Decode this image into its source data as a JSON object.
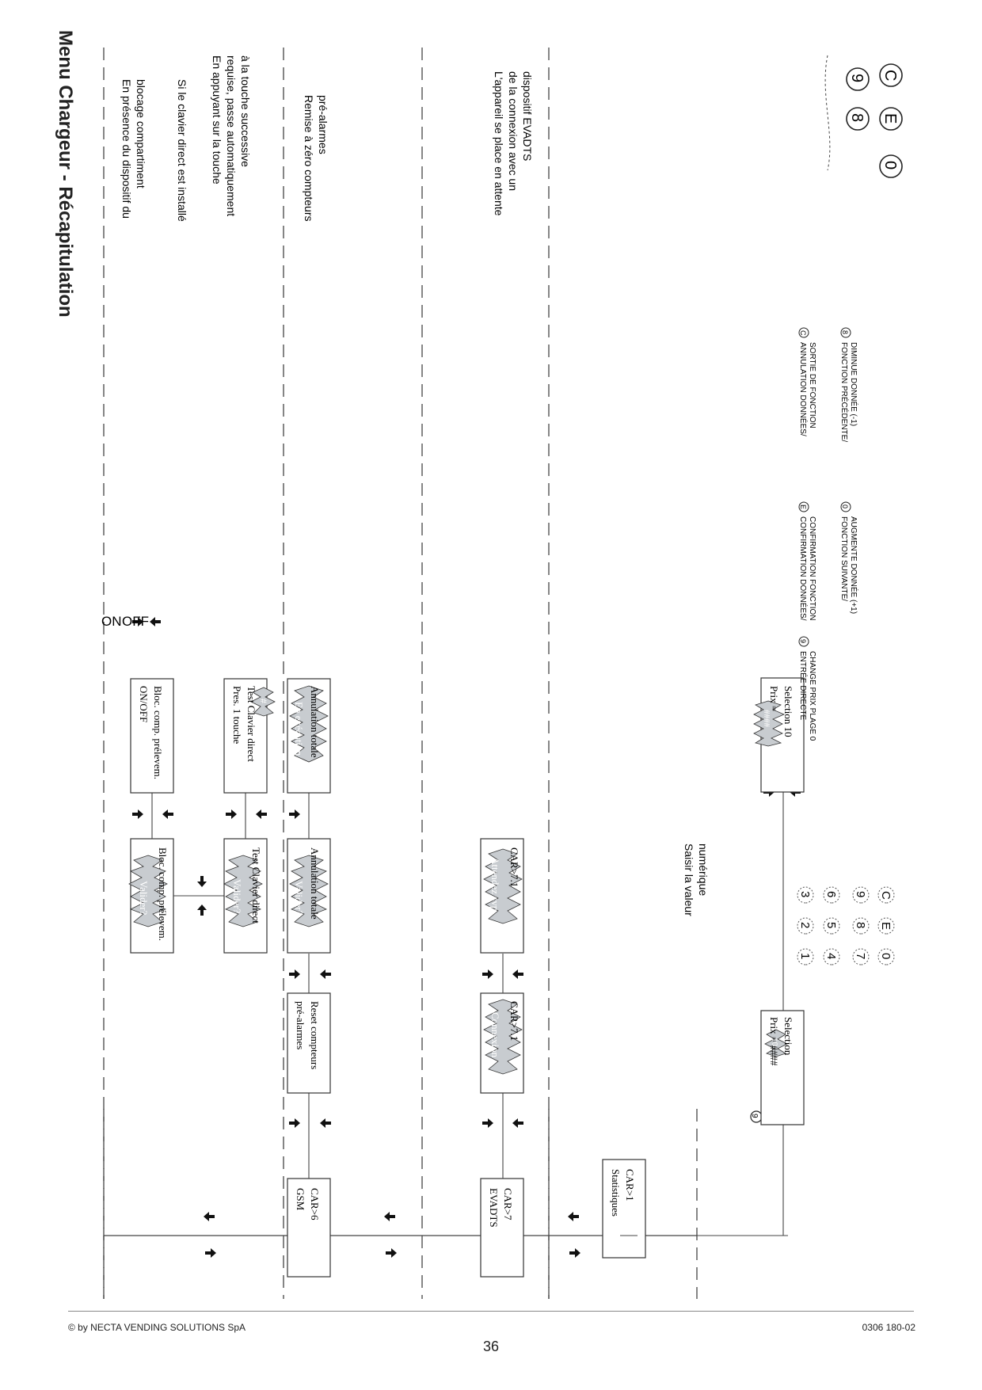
{
  "page": {
    "title": "Menu Chargeur - Récapitulation",
    "copyright": "© by NECTA VENDING SOLUTIONS SpA",
    "doc_code": "0306 180-02",
    "page_number": "36"
  },
  "sections": {
    "gsm": {
      "main_box": [
        "CAR>6",
        "GSM"
      ],
      "reset_box": [
        "Reset compteurs",
        "pré-alarmes"
      ],
      "bloc_valider": [
        "Bloc. comp. prélevem."
      ],
      "bloc_valider_burst": "Valider?",
      "bloc_onoff": [
        "Bloc. comp. prélevem.",
        "ON/OFF"
      ],
      "on_label": "ON",
      "off_label": "OFF",
      "test_valider": [
        "Test Clavier direct"
      ],
      "test_valider_burst": "Valider?",
      "test_direct": [
        "Test Clavier direct",
        "Pres. 1 touche"
      ],
      "test_direct_burst": "#",
      "annul_valider": [
        "Annulation totale"
      ],
      "annul_valider_burst": "Valider?",
      "annul_exec": [
        "Annulation totale"
      ],
      "annul_exec_burst": "En exécution",
      "note1": [
        "En présence du dispositif du",
        "blocage compartiment"
      ],
      "note2": [
        "Si le clavier direct est installé"
      ],
      "note3": [
        "En appuyant sur la touche",
        "requise, passe automatiquement",
        "à la touche successive"
      ],
      "note4": [
        "Remise à zéro compteurs",
        "pré-alarmes"
      ]
    },
    "evadts": {
      "main_box": [
        "CAR>7",
        "EVADTS"
      ],
      "connexion_box": [
        "CAR>7.1"
      ],
      "connexion_burst": "Connexion",
      "attendez_box": [
        "CAR>7.1"
      ],
      "attendez_burst": "Attendez svp",
      "note": [
        "L'appareil se place en attente",
        "de la connexion avec un",
        "dispositif EVADTS"
      ]
    },
    "stats": {
      "main_box": [
        "CAR>1",
        "Statistiques"
      ],
      "selection_box": [
        "Selection",
        "Prix    = ####"
      ],
      "selection_burst": "10",
      "selection2_box": [
        "Selection  10",
        "Prix    ="
      ],
      "selection2_burst": "####",
      "saisir": [
        "Saisir la valeur",
        "numérique"
      ],
      "keypad_rows": [
        [
          "1",
          "2",
          "3"
        ],
        [
          "4",
          "5",
          "6"
        ],
        [
          "7",
          "8",
          "9"
        ],
        [
          "0",
          "E",
          "C"
        ]
      ],
      "key9_label": "9"
    }
  },
  "legend": {
    "items": [
      {
        "key": "0",
        "lines": [
          "FONCTION SUIVANTE/",
          "AUGMENTE DONNÉE (+1)"
        ]
      },
      {
        "key": "8",
        "lines": [
          "FONCTION PRÉCÉDENTE/",
          "DIMINUE DONNÉE (-1)"
        ]
      },
      {
        "key": "9",
        "lines": [
          "ENTRÉE DIRECTE",
          "CHANGE PRIX PLAGE 0"
        ]
      },
      {
        "key": "E",
        "lines": [
          "CONFIRMATION DONNÉES/",
          "CONFIRMATION FONCTION"
        ]
      },
      {
        "key": "C",
        "lines": [
          "ANNULATION DONNÉES/",
          "SORTIE DE FONCTION"
        ]
      }
    ],
    "big_keys_top": [
      "8",
      "9"
    ],
    "big_keys_bottom": [
      "0",
      "E",
      "C"
    ]
  }
}
